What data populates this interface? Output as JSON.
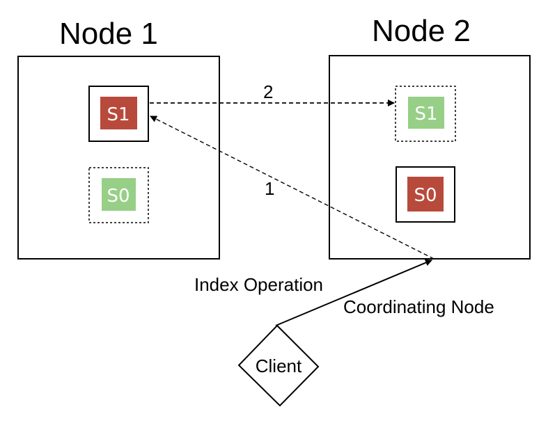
{
  "colors": {
    "primary_shard": "#b84a3b",
    "replica_shard": "#97cf87",
    "shard_text": "#ffffff",
    "line": "#000000",
    "background": "#ffffff"
  },
  "nodes": [
    {
      "title": "Node 1"
    },
    {
      "title": "Node 2"
    }
  ],
  "shards": {
    "node1_primary": "S1",
    "node1_replica": "S0",
    "node2_replica": "S1",
    "node2_primary": "S0"
  },
  "edges": {
    "replication_step": "2",
    "forward_step": "1"
  },
  "labels": {
    "index_operation": "Index Operation",
    "coordinating_node": "Coordinating Node",
    "client": "Client"
  }
}
